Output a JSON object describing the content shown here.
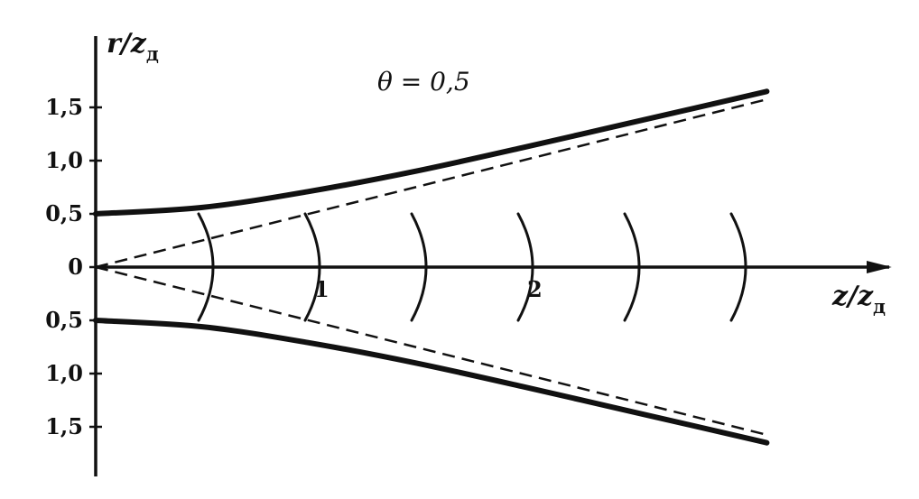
{
  "y_axis_label": {
    "main": "r/z",
    "sub": "д"
  },
  "x_axis_label": {
    "main": "z/z",
    "sub": "д"
  },
  "parameter_label": "θ = 0,5",
  "y_tick_labels": [
    "1,5",
    "1,0",
    "0,5",
    "0",
    "0,5",
    "1,0",
    "1,5"
  ],
  "x_tick_labels": [
    "1",
    "2"
  ],
  "chart_data": {
    "type": "line",
    "xlabel": "z/zд",
    "ylabel": "r/zд",
    "annotation": "θ = 0,5",
    "xlim": [
      0,
      3.7
    ],
    "ylim": [
      -1.95,
      2.15
    ],
    "theta": 0.5,
    "beam_waist_radius": 0.5,
    "x_ticks": [
      1,
      2
    ],
    "y_ticks": [
      1.5,
      1.0,
      0.5,
      0,
      -0.5,
      -1.0,
      -1.5
    ],
    "series": [
      {
        "kind": "envelope-upper",
        "x": [
          0,
          0.5,
          1,
          1.5,
          2,
          2.5,
          3,
          3.15
        ],
        "y": [
          0.5,
          0.56,
          0.71,
          0.9,
          1.12,
          1.35,
          1.58,
          1.65
        ]
      },
      {
        "kind": "envelope-lower",
        "x": [
          0,
          0.5,
          1,
          1.5,
          2,
          2.5,
          3,
          3.15
        ],
        "y": [
          -0.5,
          -0.56,
          -0.71,
          -0.9,
          -1.12,
          -1.35,
          -1.58,
          -1.65
        ]
      },
      {
        "kind": "asymptote-upper",
        "x": [
          0,
          3.15
        ],
        "y": [
          0,
          1.575
        ]
      },
      {
        "kind": "asymptote-lower",
        "x": [
          0,
          3.15
        ],
        "y": [
          0,
          -1.575
        ]
      }
    ],
    "wavefronts": [
      {
        "z": 0.5,
        "half_height": 0.5
      },
      {
        "z": 1.0,
        "half_height": 0.5
      },
      {
        "z": 1.5,
        "half_height": 0.5
      },
      {
        "z": 2.0,
        "half_height": 0.5
      },
      {
        "z": 2.5,
        "half_height": 0.5
      },
      {
        "z": 3.0,
        "half_height": 0.5
      }
    ]
  }
}
